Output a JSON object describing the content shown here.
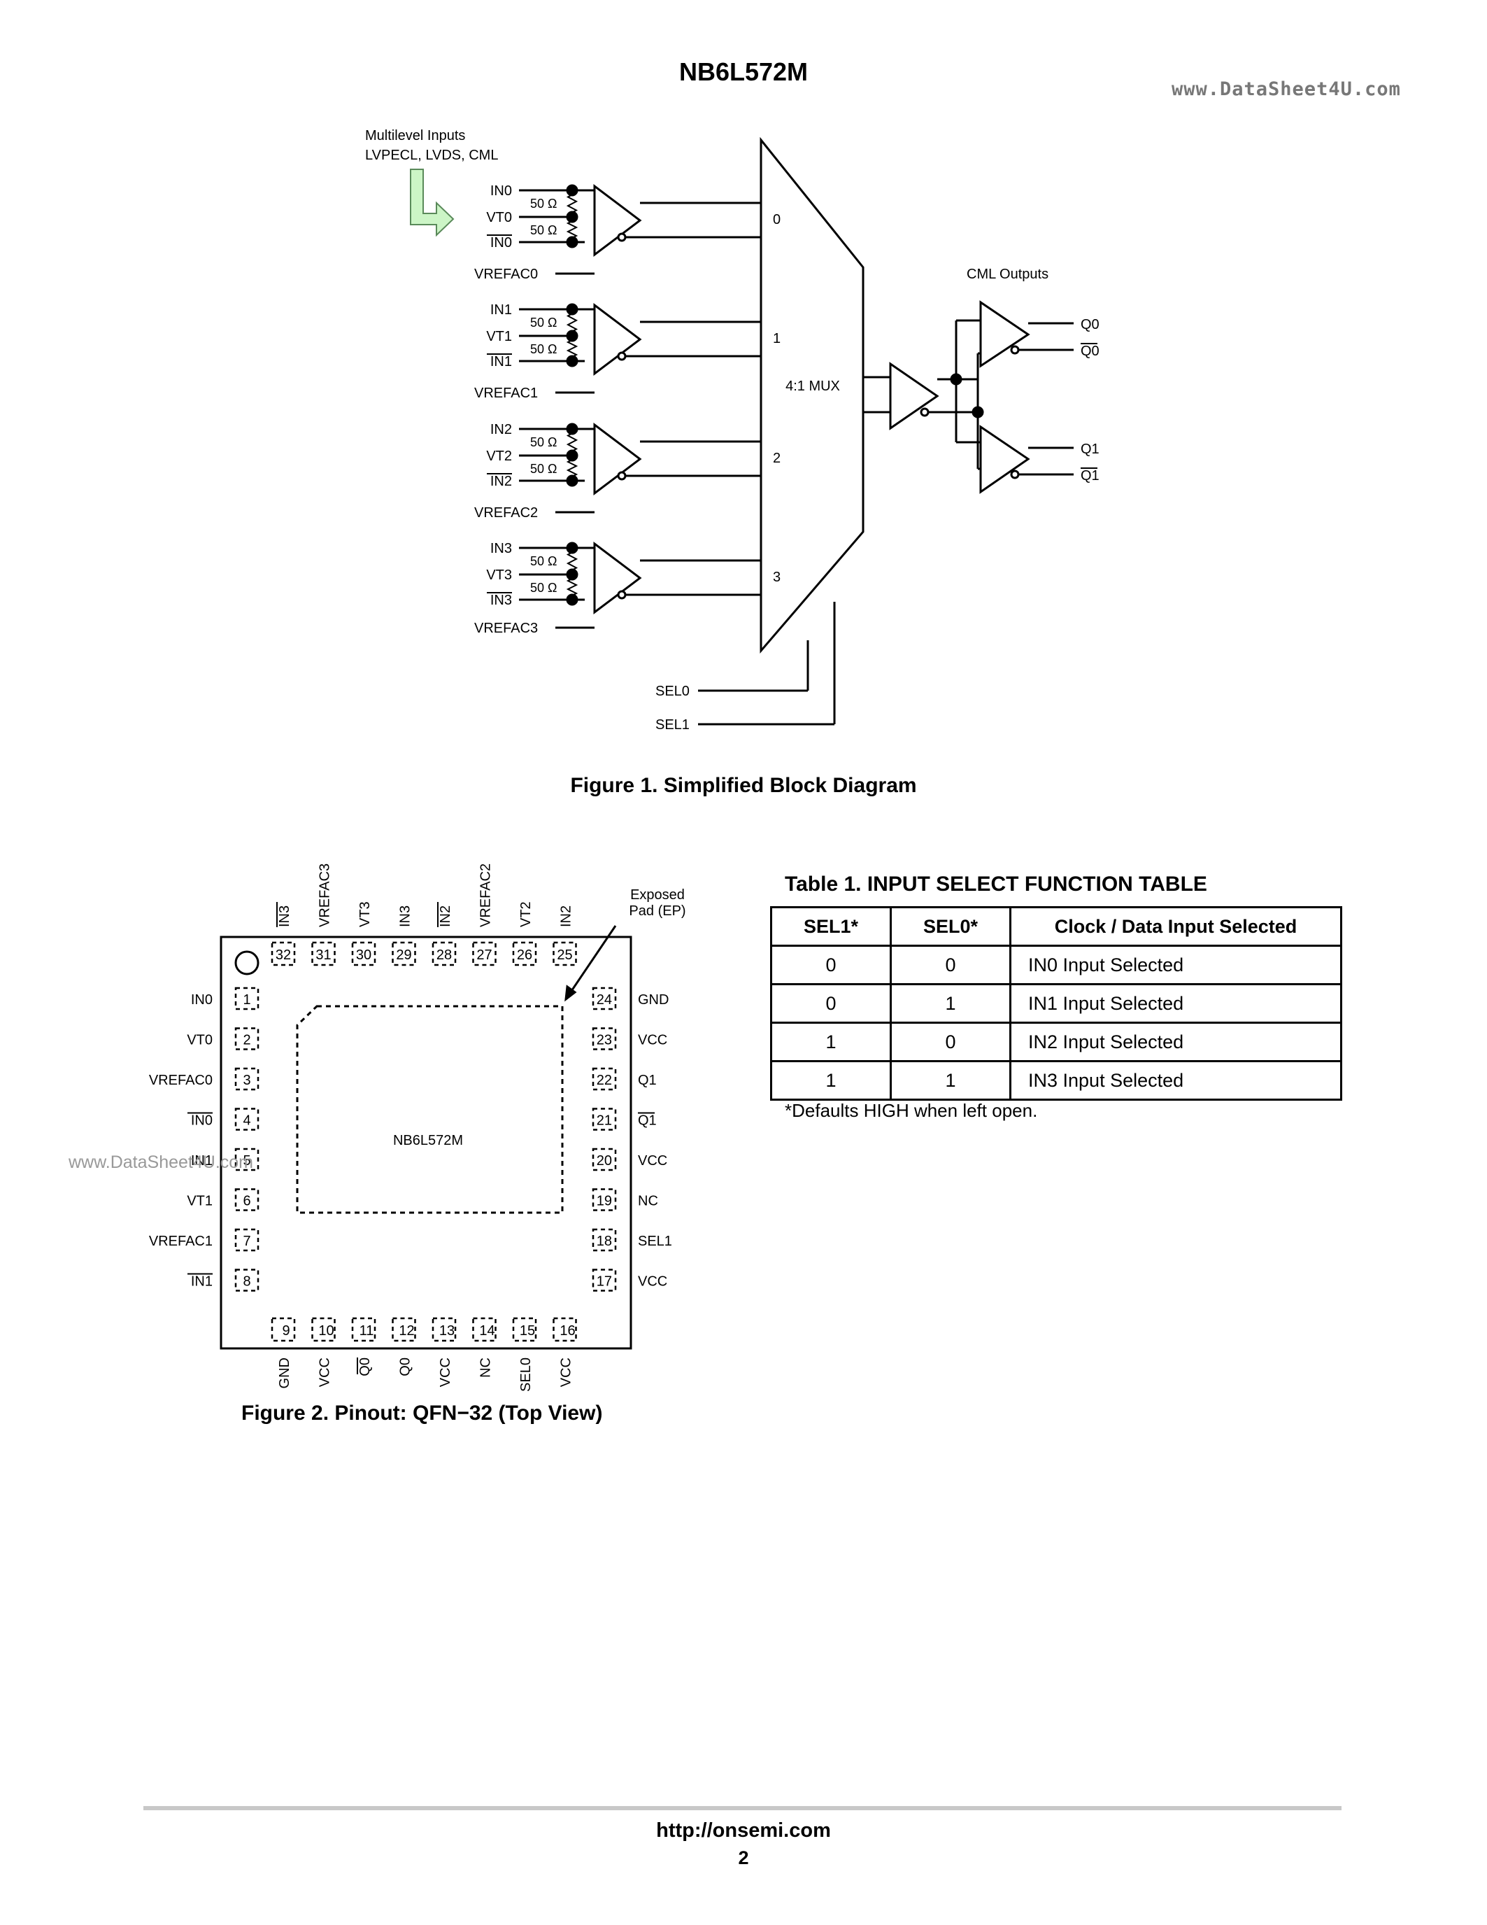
{
  "header": {
    "title": "NB6L572M",
    "watermark": "www.DataSheet4U.com"
  },
  "figure1": {
    "caption": "Figure 1. Simplified Block Diagram",
    "inputs_note": [
      "Multilevel Inputs",
      "LVPECL, LVDS, CML"
    ],
    "inputs": [
      {
        "in": "IN0",
        "vt": "VT0",
        "inb": "IN0",
        "vref": "VREFAC0",
        "mux": "0"
      },
      {
        "in": "IN1",
        "vt": "VT1",
        "inb": "IN1",
        "vref": "VREFAC1",
        "mux": "1"
      },
      {
        "in": "IN2",
        "vt": "VT2",
        "inb": "IN2",
        "vref": "VREFAC2",
        "mux": "2"
      },
      {
        "in": "IN3",
        "vt": "VT3",
        "inb": "IN3",
        "vref": "VREFAC3",
        "mux": "3"
      }
    ],
    "resistor": "50 Ω",
    "mux_label": "4:1 MUX",
    "outputs_label": "CML Outputs",
    "outputs": [
      "Q0",
      "Q0",
      "Q1",
      "Q1"
    ],
    "selects": [
      "SEL0",
      "SEL1"
    ]
  },
  "figure2": {
    "caption": "Figure 2. Pinout: QFN−32 (Top View)",
    "chip_name": "NB6L572M",
    "exposed_pad": [
      "Exposed",
      "Pad (EP)"
    ],
    "left_pins": [
      {
        "num": "1",
        "name": "IN0",
        "bar": false
      },
      {
        "num": "2",
        "name": "VT0",
        "bar": false
      },
      {
        "num": "3",
        "name": "VREFAC0",
        "bar": false
      },
      {
        "num": "4",
        "name": "IN0",
        "bar": true
      },
      {
        "num": "5",
        "name": "IN1",
        "bar": false
      },
      {
        "num": "6",
        "name": "VT1",
        "bar": false
      },
      {
        "num": "7",
        "name": "VREFAC1",
        "bar": false
      },
      {
        "num": "8",
        "name": "IN1",
        "bar": true
      }
    ],
    "bottom_pins": [
      {
        "num": "9",
        "name": "GND",
        "bar": false
      },
      {
        "num": "10",
        "name": "VCC",
        "bar": false
      },
      {
        "num": "11",
        "name": "Q0",
        "bar": true
      },
      {
        "num": "12",
        "name": "Q0",
        "bar": false
      },
      {
        "num": "13",
        "name": "VCC",
        "bar": false
      },
      {
        "num": "14",
        "name": "NC",
        "bar": false
      },
      {
        "num": "15",
        "name": "SEL0",
        "bar": false
      },
      {
        "num": "16",
        "name": "VCC",
        "bar": false
      }
    ],
    "right_pins": [
      {
        "num": "24",
        "name": "GND",
        "bar": false
      },
      {
        "num": "23",
        "name": "VCC",
        "bar": false
      },
      {
        "num": "22",
        "name": "Q1",
        "bar": false
      },
      {
        "num": "21",
        "name": "Q1",
        "bar": true
      },
      {
        "num": "20",
        "name": "VCC",
        "bar": false
      },
      {
        "num": "19",
        "name": "NC",
        "bar": false
      },
      {
        "num": "18",
        "name": "SEL1",
        "bar": false
      },
      {
        "num": "17",
        "name": "VCC",
        "bar": false
      }
    ],
    "top_pins": [
      {
        "num": "32",
        "name": "IN3",
        "bar": true
      },
      {
        "num": "31",
        "name": "VREFAC3",
        "bar": false
      },
      {
        "num": "30",
        "name": "VT3",
        "bar": false
      },
      {
        "num": "29",
        "name": "IN3",
        "bar": false
      },
      {
        "num": "28",
        "name": "IN2",
        "bar": true
      },
      {
        "num": "27",
        "name": "VREFAC2",
        "bar": false
      },
      {
        "num": "26",
        "name": "VT2",
        "bar": false
      },
      {
        "num": "25",
        "name": "IN2",
        "bar": false
      }
    ],
    "watermark": "www.DataSheet4U.com"
  },
  "table1": {
    "title": "Table 1. INPUT SELECT FUNCTION TABLE",
    "headers": [
      "SEL1*",
      "SEL0*",
      "Clock / Data Input Selected"
    ],
    "rows": [
      [
        "0",
        "0",
        "IN0 Input Selected"
      ],
      [
        "0",
        "1",
        "IN1 Input Selected"
      ],
      [
        "1",
        "0",
        "IN2 Input Selected"
      ],
      [
        "1",
        "1",
        "IN3 Input Selected"
      ]
    ],
    "note": "*Defaults HIGH when left open."
  },
  "footer": {
    "url": "http://onsemi.com",
    "page": "2"
  }
}
